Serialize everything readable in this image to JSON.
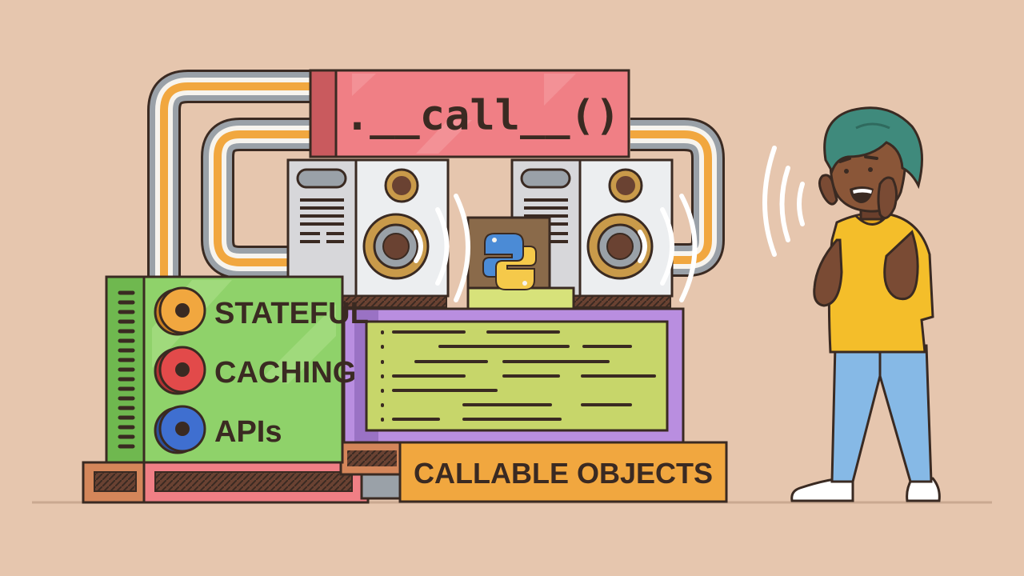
{
  "title_plate": {
    "text": ".__call__()",
    "color": "#f07f85"
  },
  "panel": {
    "color": "#8fd26a",
    "items": [
      {
        "label": "STATEFUL",
        "knob_color": "#f1a73f"
      },
      {
        "label": "CACHING",
        "knob_color": "#e24a4a"
      },
      {
        "label": "APIs",
        "knob_color": "#3f6fd0"
      }
    ]
  },
  "banner": {
    "text": "CALLABLE OBJECTS",
    "color": "#f1a73f"
  },
  "screen": {
    "color": "#c7d66a",
    "frame_color": "#b98ee0"
  },
  "logo": {
    "name": "python-logo-icon",
    "blue": "#4b8bd6",
    "yellow": "#f5c94a"
  },
  "person": {
    "shirt_color": "#f4be2a",
    "hair_color": "#3f8a7c",
    "jeans_color": "#86b9e6"
  }
}
